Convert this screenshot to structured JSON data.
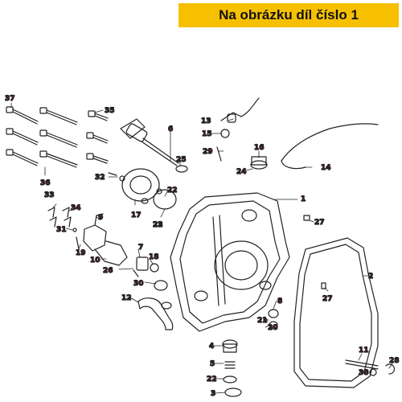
{
  "banner": {
    "text": "Na obrázku díl číslo 1",
    "color": "#f6c000"
  },
  "colors": {
    "label": "#b01818",
    "line": "#222222"
  },
  "part_numbers": [
    "1",
    "2",
    "3",
    "4",
    "5",
    "6",
    "7",
    "8",
    "9",
    "10",
    "11",
    "12",
    "13",
    "14",
    "15",
    "16",
    "17",
    "18",
    "19",
    "20",
    "21",
    "22",
    "23",
    "24",
    "25",
    "26",
    "27",
    "27",
    "28",
    "29",
    "30",
    "31",
    "32",
    "33",
    "34",
    "35",
    "36",
    "37",
    "38"
  ]
}
